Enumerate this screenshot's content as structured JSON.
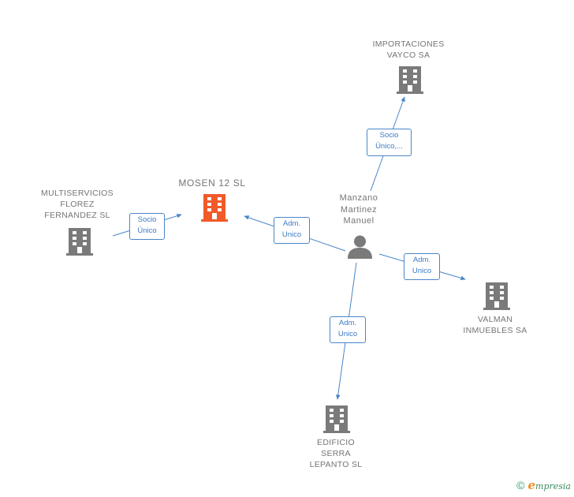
{
  "nodes": {
    "focus": {
      "label": "MOSEN 12 SL"
    },
    "person": {
      "label": "Manzano\nMartinez\nManuel"
    },
    "importaciones": {
      "label": "IMPORTACIONES\nVAYCO SA"
    },
    "multiservicios": {
      "label": "MULTISERVICIOS\nFLOREZ\nFERNANDEZ  SL"
    },
    "valman": {
      "label": "VALMAN\nINMUEBLES SA"
    },
    "edificio": {
      "label": "EDIFICIO\nSERRA\nLEPANTO SL"
    }
  },
  "edges": {
    "to_importaciones": {
      "label": "Socio\nÚnico,..."
    },
    "multi_to_focus": {
      "label": "Socio\nÚnico"
    },
    "person_to_focus": {
      "label": "Adm.\nUnico"
    },
    "person_to_valman": {
      "label": "Adm.\nUnico"
    },
    "person_to_edificio": {
      "label": "Adm.\nUnico"
    }
  },
  "colors": {
    "focus_building": "#f15a29",
    "building": "#7a7a7a",
    "edge": "#4a86c8"
  },
  "icons": {
    "company": "building-icon",
    "person": "person-icon"
  },
  "footer": {
    "copyright": "©",
    "brand_e": "e",
    "brand_rest": "mpresia"
  }
}
